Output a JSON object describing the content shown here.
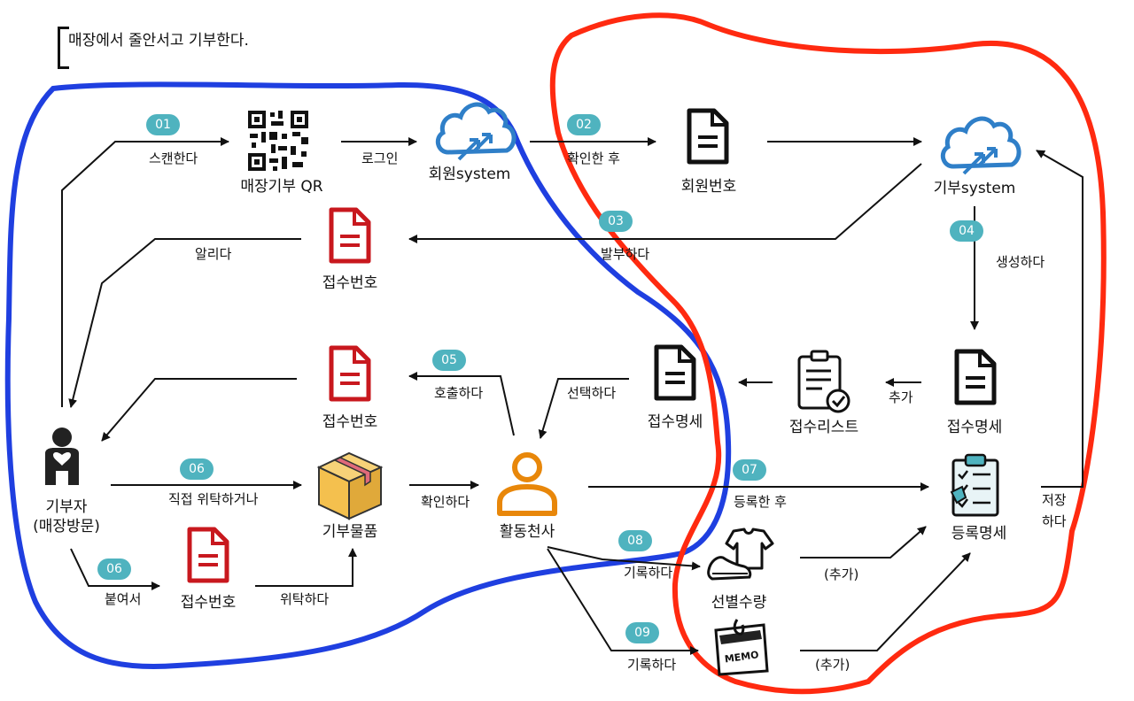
{
  "title": "매장에서 줄안서고 기부한다.",
  "nodes": {
    "qr": "매장기부 QR",
    "member_system": "회원system",
    "member_no": "회원번호",
    "donation_system": "기부system",
    "receipt_no_1": "접수번호",
    "receipt_no_2": "접수번호",
    "receipt_no_3": "접수번호",
    "receipt_detail_1": "접수명세",
    "receipt_list": "접수리스트",
    "receipt_detail_2": "접수명세",
    "donor_line1": "기부자",
    "donor_line2": "(매장방문)",
    "goods": "기부물품",
    "volunteer": "활동천사",
    "registration": "등록명세",
    "sorted_qty": "선별수량"
  },
  "edges": {
    "scan": "스캔한다",
    "login": "로그인",
    "confirm_after": "확인한 후",
    "notify": "알리다",
    "issue": "발부하다",
    "generate": "생성하다",
    "call": "호출하다",
    "select": "선택하다",
    "add1": "추가",
    "direct_entrust": "직접 위탁하거나",
    "confirm": "확인하다",
    "after_register": "등록한 후",
    "store_1": "저장",
    "store_2": "하다",
    "attach": "붙여서",
    "entrust": "위탁하다",
    "record1": "기록하다",
    "add2": "(추가)",
    "record2": "기록하다",
    "add3": "(추가)"
  },
  "steps": [
    "01",
    "02",
    "03",
    "04",
    "05",
    "06",
    "06",
    "07",
    "08",
    "09"
  ],
  "memo_text": "MEMO",
  "colors": {
    "blue_region": "#1f3fe0",
    "red_region": "#ff2a10",
    "badge": "#4fb3bf",
    "doc_red": "#c8181e",
    "cloud_blue": "#2f7fc8",
    "person_orange": "#e8870a",
    "box_yellow": "#f4c04e"
  }
}
